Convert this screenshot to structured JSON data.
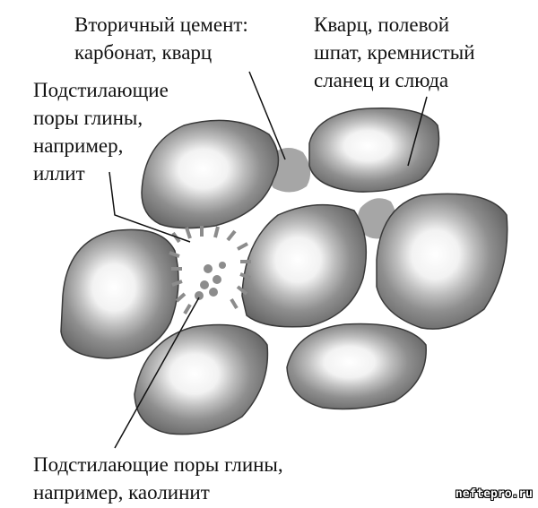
{
  "labels": {
    "secondary_cement": [
      "Вторичный цемент:",
      "карбонат, кварц"
    ],
    "grains": [
      "Кварц, полевой",
      "шпат, кремнистый",
      "сланец и слюда"
    ],
    "pore_illite": [
      "Подстилающие",
      "поры глины,",
      "например,",
      "иллит"
    ],
    "pore_kaolinite": [
      "Подстилающие поры глины,",
      "например, каолинит"
    ]
  },
  "watermark": "neftepro.ru",
  "colors": {
    "grain_edge": "#6a6a6a",
    "grain_core": "#ffffff",
    "cement": "#a6a6a6",
    "clay": "#8c8c8c"
  }
}
